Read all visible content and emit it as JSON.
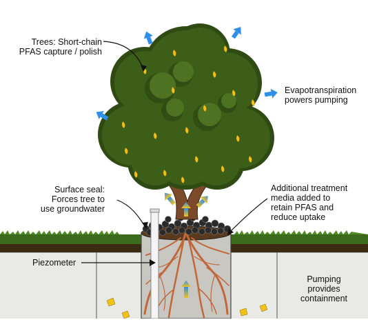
{
  "labels": {
    "trees": [
      "Trees: Short-chain",
      "PFAS capture / polish"
    ],
    "evapotranspiration": [
      "Evapotranspiration",
      "powers pumping"
    ],
    "surface_seal": [
      "Surface seal:",
      "Forces tree to",
      "use groundwater"
    ],
    "additional_media": [
      "Additional treatment",
      "media added to",
      "retain PFAS and",
      "reduce uptake"
    ],
    "piezometer": "Piezometer",
    "pumping": [
      "Pumping",
      "provides",
      "containment"
    ]
  },
  "colors": {
    "canopy_dark": "#2f4a12",
    "canopy_mid": "#3c5e19",
    "canopy_light": "#4d7322",
    "trunk": "#7a4a2a",
    "grass": "#3d6b1e",
    "soil_top": "#3a2a12",
    "ground": "#e9e9e5",
    "cylinder": "#c9c7c2",
    "roots": "#c0683a",
    "arrow_blue": "#2f8fe8",
    "leaf_yellow": "#f2c21b",
    "gravel": "#2a2a2a"
  }
}
